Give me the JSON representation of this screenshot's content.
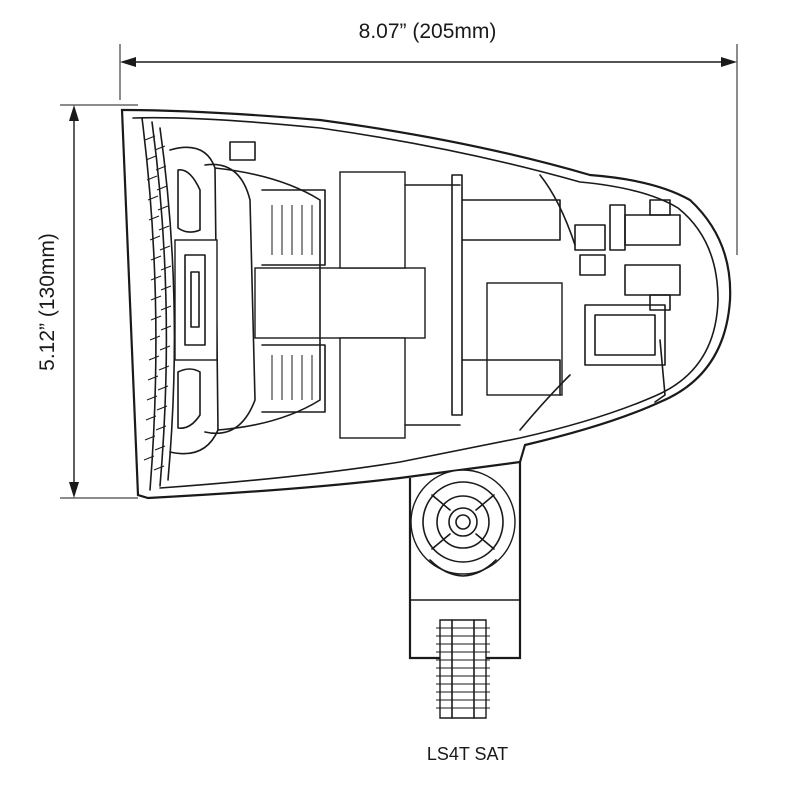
{
  "dimensions": {
    "width_label": "8.07” (205mm)",
    "height_label": "5.12” (130mm)"
  },
  "model_label": "LS4T SAT",
  "colors": {
    "line": "#1a1a1a",
    "background": "#ffffff"
  }
}
